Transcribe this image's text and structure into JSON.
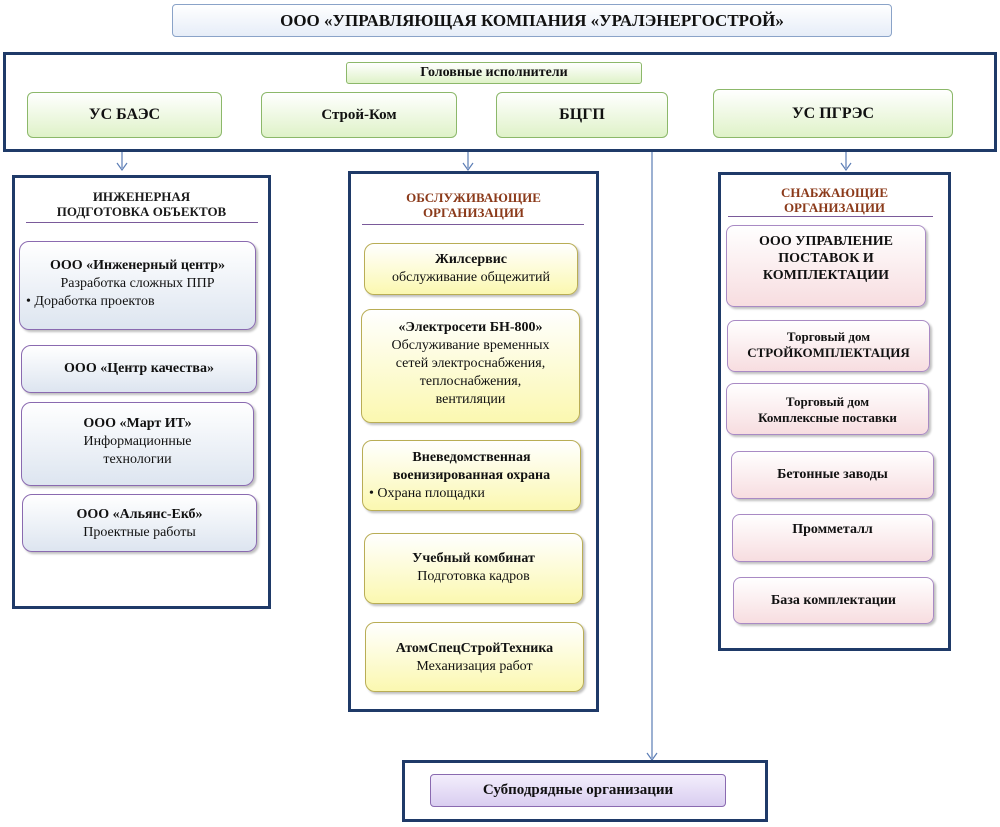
{
  "title": "ООО «УПРАВЛЯЮЩАЯ  КОМПАНИЯ  «УРАЛЭНЕРГОСТРОЙ»",
  "contractors": {
    "label": "Головные исполнители",
    "items": [
      "УС БАЭС",
      "Строй-Ком",
      "БЦГП",
      "УС ПГРЭС"
    ]
  },
  "engineering": {
    "title_line1": "ИНЖЕНЕРНАЯ",
    "title_line2": "ПОДГОТОВКА ОБЪЕКТОВ",
    "items": [
      {
        "name": "ООО «Инженерный центр»",
        "line1": "Разработка сложных ППР",
        "line2": "• Доработка проектов"
      },
      {
        "name": "ООО «Центр качества»"
      },
      {
        "name": "ООО «Март ИТ»",
        "line1": "Информационные",
        "line2": "технологии"
      },
      {
        "name": "ООО «Альянс-Екб»",
        "line1": "Проектные работы"
      }
    ]
  },
  "service": {
    "title_line1": "ОБСЛУЖИВАЮЩИЕ",
    "title_line2": "ОРГАНИЗАЦИИ",
    "items": [
      {
        "name": "Жилсервис",
        "line1": "обслуживание общежитий"
      },
      {
        "name": "«Электросети БН-800»",
        "line1": "Обслуживание временных",
        "line2": "сетей электроснабжения,",
        "line3": "теплоснабжения,",
        "line4": "вентиляции"
      },
      {
        "name1": "Вневедомственная",
        "name2": "военизированная охрана",
        "line1": "• Охрана площадки"
      },
      {
        "name": "Учебный комбинат",
        "line1": "Подготовка кадров"
      },
      {
        "name": "АтомСпецСтройТехника",
        "line1": "Механизация работ"
      }
    ]
  },
  "supply": {
    "title_line1": "СНАБЖАЮЩИЕ",
    "title_line2": "ОРГАНИЗАЦИИ",
    "items": [
      {
        "line1": "ООО  УПРАВЛЕНИЕ",
        "line2": "ПОСТАВОК И",
        "line3": "КОМПЛЕКТАЦИИ"
      },
      {
        "line1": "Торговый дом",
        "line2": "СТРОЙКОМПЛЕКТАЦИЯ"
      },
      {
        "line1": "Торговый дом",
        "line2": "Комплексные поставки"
      },
      {
        "line1": "Бетонные заводы"
      },
      {
        "line1": "Промметалл"
      },
      {
        "line1": "База комплектации"
      }
    ]
  },
  "subcontractors": "Субподрядные организации",
  "colors": {
    "frame": "#1f3a68",
    "connector": "#5b7db5",
    "engineering_title": "#1a1a1a",
    "service_title": "#8b3a1a",
    "supply_title": "#8b3a1a"
  }
}
